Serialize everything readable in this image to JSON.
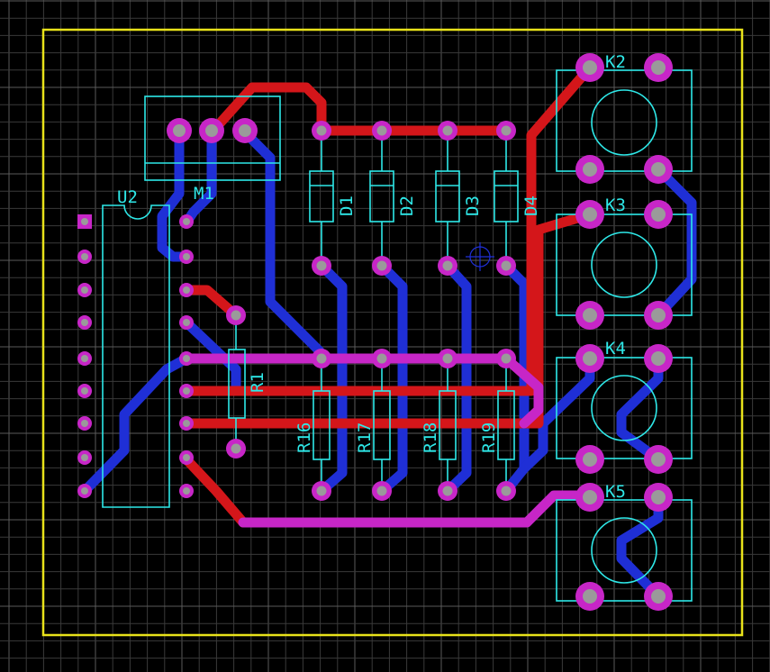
{
  "colors": {
    "background": "#000000",
    "grid_minor": "#3a3a3a",
    "grid_major": "#5a5a5a",
    "board_outline": "#e8e21a",
    "silkscreen": "#2ee8e8",
    "top_copper": "#d4161a",
    "bottom_copper": "#1f2fd6",
    "multi_layer": "#c726c7",
    "pad_hole": "#9a9a9a"
  },
  "components": {
    "u2": "U2",
    "m1": "M1",
    "r1": "R1",
    "d1": "D1",
    "d2": "D2",
    "d3": "D3",
    "d4": "D4",
    "r16": "R16",
    "r17": "R17",
    "r18": "R18",
    "r19": "R19",
    "k2": "K2",
    "k3": "K3",
    "k4": "K4",
    "k5": "K5"
  }
}
